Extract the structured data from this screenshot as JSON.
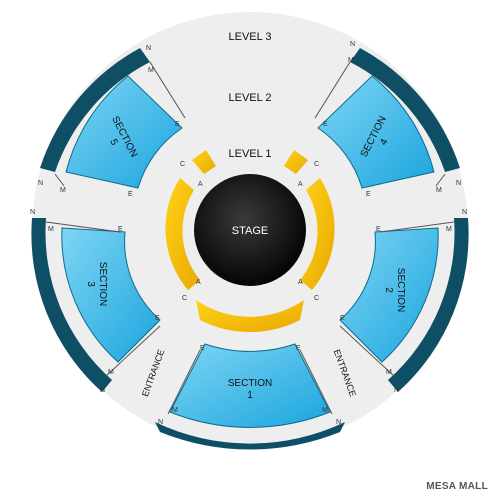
{
  "venue": {
    "name": "MESA MALL",
    "levels": {
      "level3": "LEVEL 3",
      "level2": "LEVEL 2",
      "level1": "LEVEL 1"
    },
    "stage": "STAGE",
    "entrance": "ENTRANCE",
    "sections": [
      {
        "id": "section-1",
        "label": "SECTION 1"
      },
      {
        "id": "section-2",
        "label": "SECTION 2"
      },
      {
        "id": "section-3",
        "label": "SECTION 3"
      },
      {
        "id": "section-4",
        "label": "SECTION 4"
      },
      {
        "id": "section-5",
        "label": "SECTION 5"
      }
    ],
    "row_letters": {
      "n": "N",
      "m": "M",
      "e": "E",
      "c": "C",
      "a": "A"
    },
    "colors": {
      "floor": "#eeeeee",
      "section_fill": "#29b6ea",
      "section_fill_light": "#7fd5f5",
      "outer_band": "#0f4f66",
      "stage_ring": "#f5c000",
      "stage": "#111111"
    }
  }
}
